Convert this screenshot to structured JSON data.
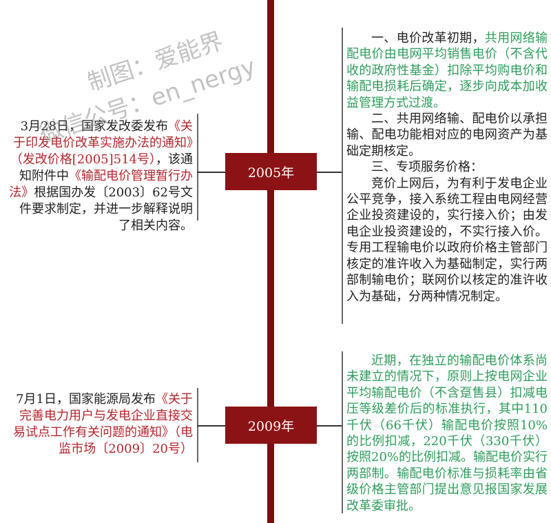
{
  "watermark": {
    "line1": "制图：爱能界",
    "line2": "微信公号：en_nergy"
  },
  "colors": {
    "spine": "#7a0f12",
    "year_box": "#8b1316",
    "highlight_red": "#b2262c",
    "highlight_green": "#2e9c5c"
  },
  "events": [
    {
      "year": "2005年",
      "left": {
        "t1": "3月28日，国家发改委发布",
        "r1": "《关于印发电价改革实施办法的通知》（发改价格[2005]514号）",
        "t2": "，该通知附件中",
        "r2": "《输配电价管理暂行办法》",
        "t3": "根据国办发〔2003〕62号文件要求制定，并进一步解释说明了相关内容。"
      },
      "right": {
        "p1_plain": "一、电价改革初期，",
        "p1_green": "共用网络输配电价由电网平均销售电价（不含代收的政府性基金）扣除平均购电价和输配电损耗后确定，逐步向成本加收益管理方式过渡。",
        "p2": "二、共用网络输、配电价以承担输、配电功能相对应的电网资产为基础定期核定。",
        "p3": "三、专项服务价格：",
        "p4": "竞价上网后，为有利于发电企业公平竞争，接入系统工程由电网经营企业投资建设的，实行接入价；由发电企业投资建设的，不实行接入价。专用工程输电价以政府价格主管部门核定的准许收入为基础制定，实行两部制输电价；联网价以核定的准许收入为基础，分两种情况制定。"
      }
    },
    {
      "year": "2009年",
      "left": {
        "t1": "7月1日，国家能源局发布",
        "r1": "《关于完善电力用户与发电企业直接交易试点工作有关问题的通知》（电监市场〔2009〕20号）"
      },
      "right": {
        "p1_green": "近期，在独立的输配电价体系尚未建立的情况下，原则上按电网企业平均输配电价（不含趸售县）扣减电压等级差价后的标准执行，其中110千伏（66千伏）输配电价按照10%的比例扣减，220千伏（330千伏）按照20%的比例扣减。输配电价实行两部制。输配电价标准与损耗率由省级价格主管部门提出意见报国家发展改革委审批。"
      }
    }
  ]
}
